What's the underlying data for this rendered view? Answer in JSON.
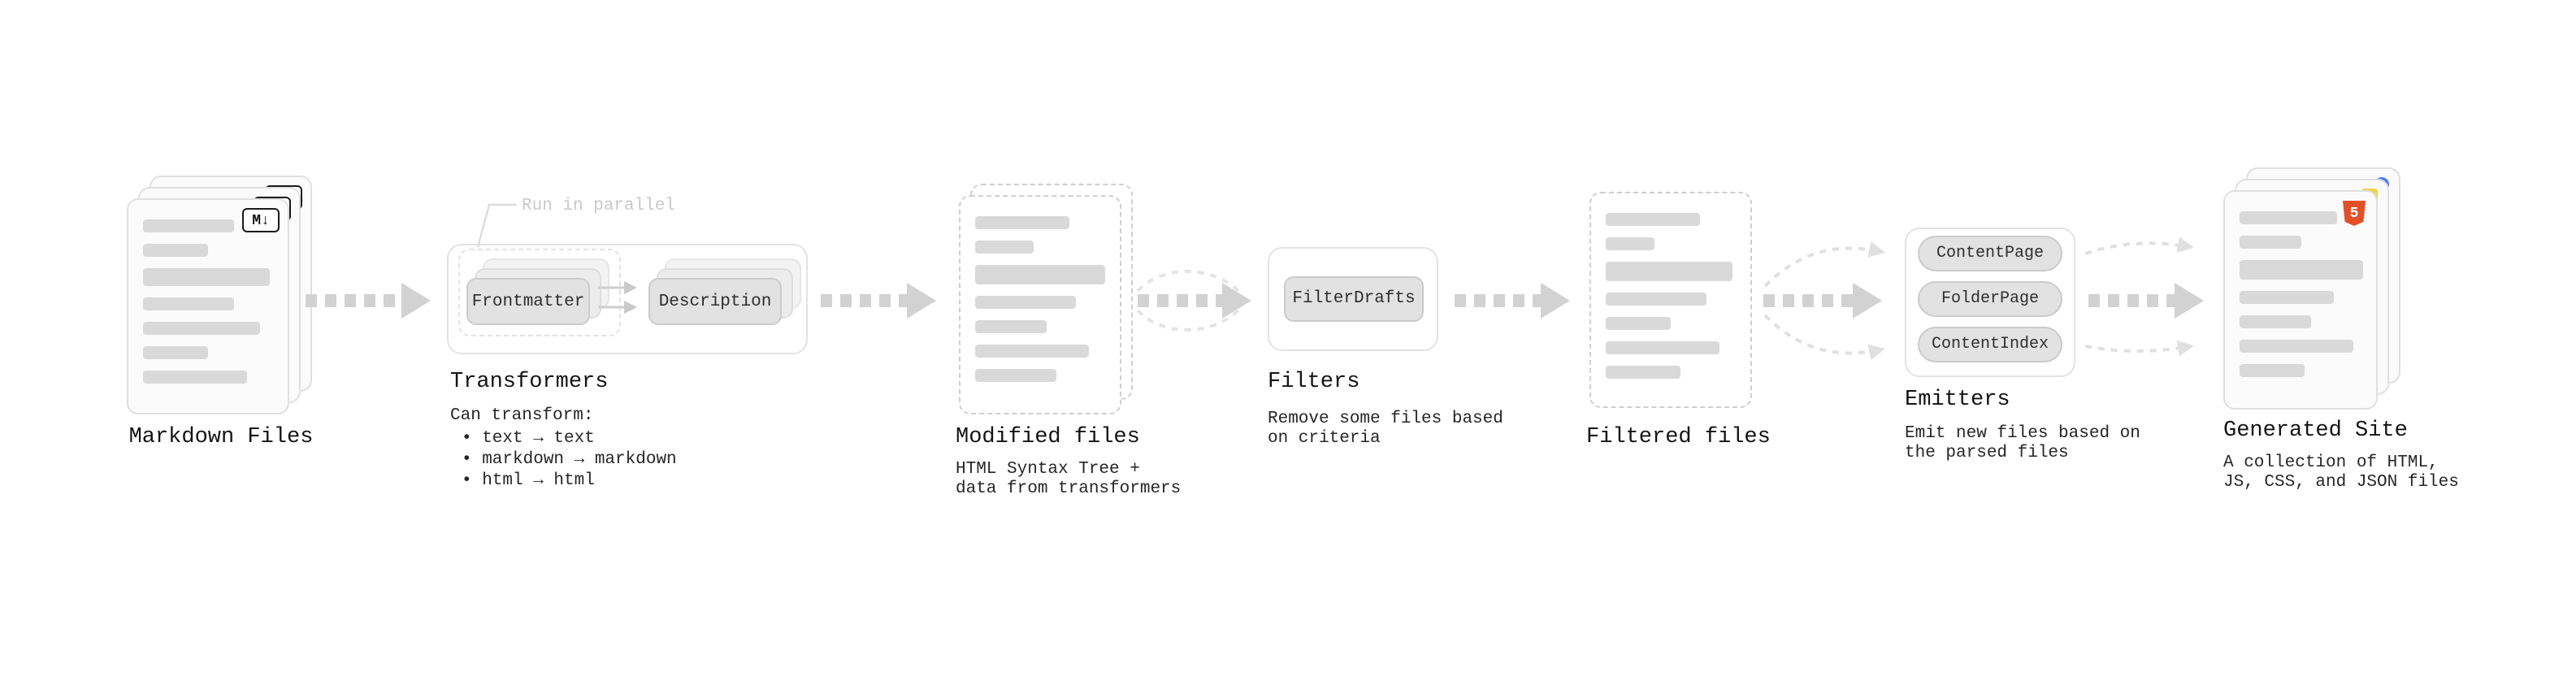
{
  "stages": {
    "markdown_files": {
      "label": "Markdown Files",
      "badge": "M↓"
    },
    "transformers": {
      "label": "Transformers",
      "annotation": "Run in parallel",
      "frontmatter": "Frontmatter",
      "description_box": "Description",
      "can_transform": "Can transform:",
      "bullets": [
        "• text → text",
        "• markdown → markdown",
        "• html → html"
      ]
    },
    "modified_files": {
      "label": "Modified files",
      "desc": [
        "HTML Syntax Tree +",
        "data from transformers"
      ]
    },
    "filters": {
      "label": "Filters",
      "filter_drafts": "FilterDrafts",
      "desc": [
        "Remove some files based",
        "on criteria"
      ]
    },
    "filtered_files": {
      "label": "Filtered files"
    },
    "emitters": {
      "label": "Emitters",
      "buttons": [
        "ContentPage",
        "FolderPage",
        "ContentIndex"
      ],
      "desc": [
        "Emit new files based on",
        "the parsed files"
      ]
    },
    "generated_site": {
      "label": "Generated Site",
      "html5_badge": "5",
      "desc": [
        "A collection of HTML,",
        "JS, CSS, and JSON files"
      ]
    }
  },
  "colors": {
    "arrow": "#d2d2d2",
    "arrow_light": "#e0e0e0",
    "bar": "#d9d9d9",
    "html5_orange": "#e34f26",
    "js_yellow": "#f1d24b",
    "css_blue": "#4f7df3"
  }
}
